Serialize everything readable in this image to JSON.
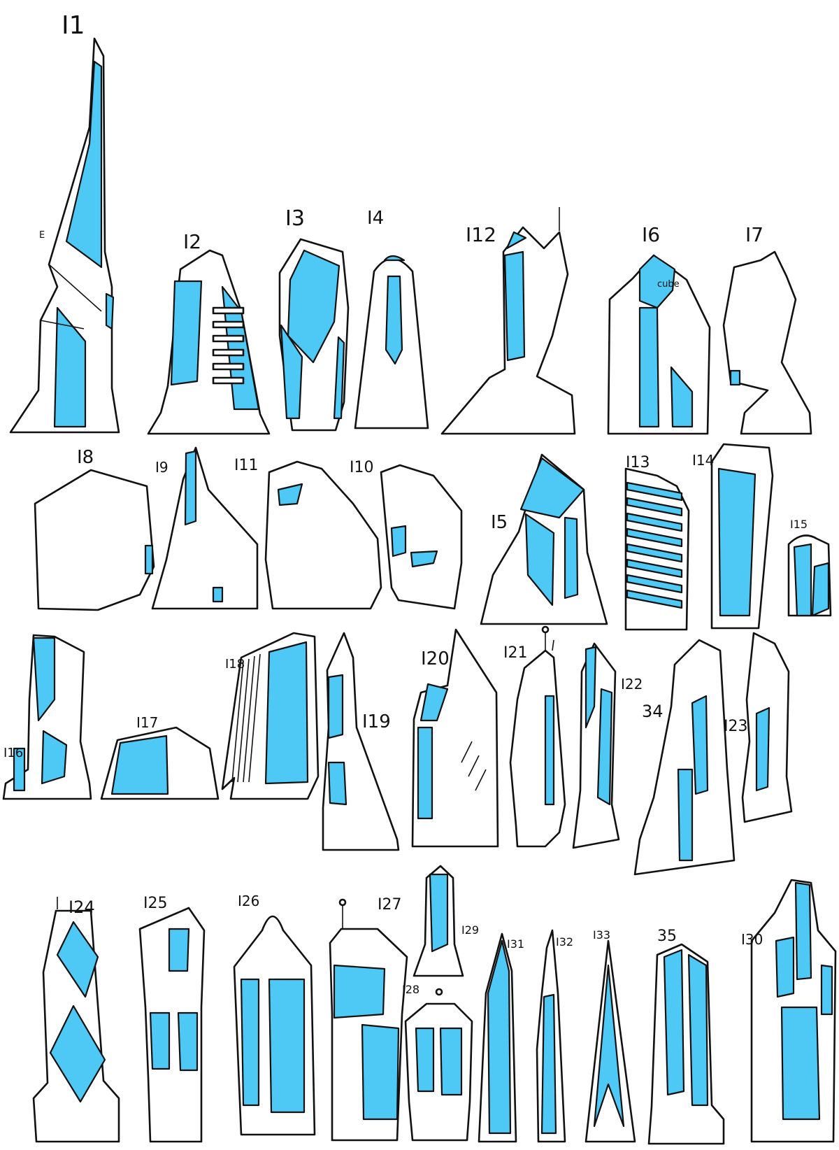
{
  "sheet": {
    "colors": {
      "glass": "#4ec8f4",
      "outline": "#111111",
      "paper": "#ffffff"
    },
    "towers": [
      {
        "id": "t1",
        "label": "I1"
      },
      {
        "id": "t2",
        "label": "I2"
      },
      {
        "id": "t3",
        "label": "I3"
      },
      {
        "id": "t4",
        "label": "I4"
      },
      {
        "id": "t12",
        "label": "I12"
      },
      {
        "id": "t6",
        "label": "I6"
      },
      {
        "id": "t7",
        "label": "I7"
      },
      {
        "id": "t8",
        "label": "I8"
      },
      {
        "id": "t9",
        "label": "I9"
      },
      {
        "id": "t11",
        "label": "I11"
      },
      {
        "id": "t10",
        "label": "I10"
      },
      {
        "id": "t5",
        "label": "I5"
      },
      {
        "id": "t13",
        "label": "I13"
      },
      {
        "id": "t14",
        "label": "I14"
      },
      {
        "id": "t15",
        "label": "I15"
      },
      {
        "id": "t16",
        "label": "I16"
      },
      {
        "id": "t17",
        "label": "I17"
      },
      {
        "id": "t18",
        "label": "I18"
      },
      {
        "id": "t19",
        "label": "I19"
      },
      {
        "id": "t20",
        "label": "I20"
      },
      {
        "id": "t21",
        "label": "I21"
      },
      {
        "id": "t22",
        "label": "I22"
      },
      {
        "id": "t34",
        "label": "34"
      },
      {
        "id": "t23",
        "label": "I23"
      },
      {
        "id": "t24",
        "label": "I24"
      },
      {
        "id": "t25",
        "label": "I25"
      },
      {
        "id": "t26",
        "label": "I26"
      },
      {
        "id": "t27",
        "label": "I27"
      },
      {
        "id": "t29",
        "label": "I29"
      },
      {
        "id": "t28",
        "label": "I28"
      },
      {
        "id": "t31",
        "label": "I31"
      },
      {
        "id": "t32",
        "label": "I32"
      },
      {
        "id": "t33",
        "label": "I33"
      },
      {
        "id": "t35",
        "label": "35"
      },
      {
        "id": "t30",
        "label": "I30"
      }
    ],
    "notes": {
      "cube": "cube",
      "e": "E"
    }
  }
}
